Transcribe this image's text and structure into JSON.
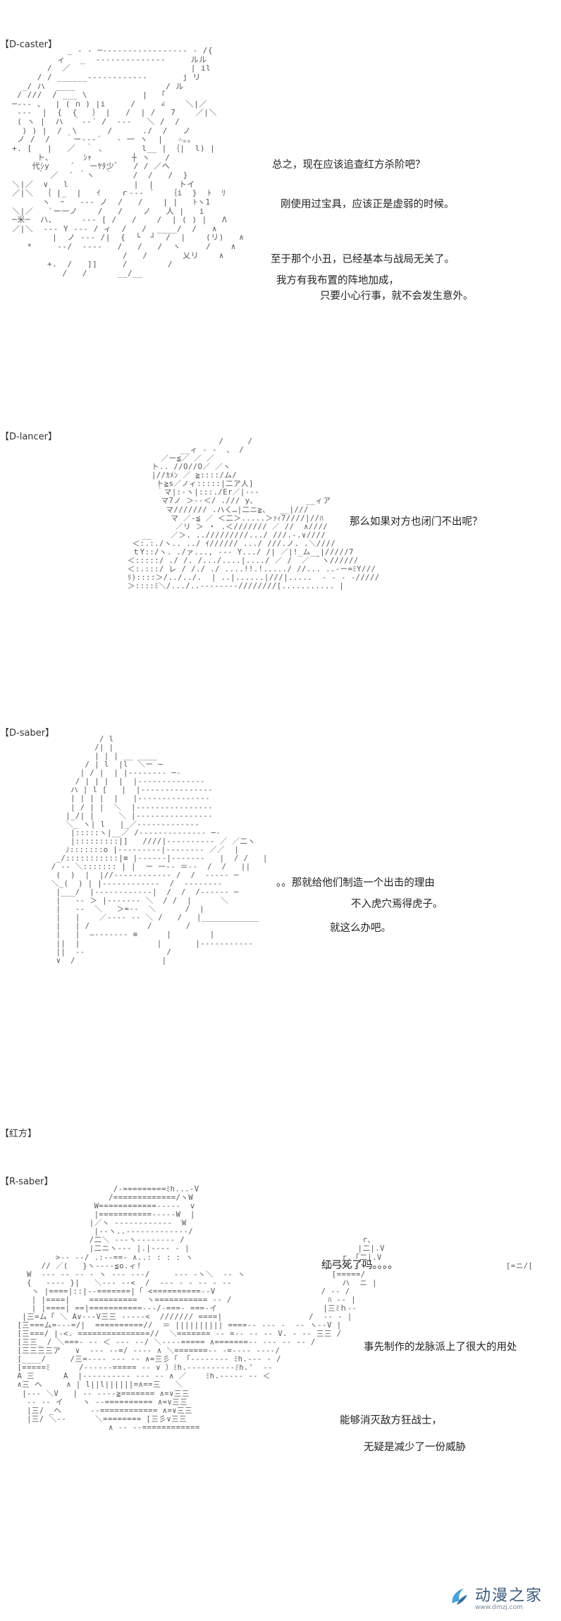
{
  "sections": {
    "dcaster": {
      "label": "【D-caster】",
      "lines": [
        "总之，现在应该追查红方杀阶吧？",
        "刚使用过宝具，应该正是虚弱的时候。",
        "至于那个小丑，已经基本与战局无关了。",
        "我方有我布置的阵地加成，",
        "只要小心行事，就不会发生意外。"
      ]
    },
    "dlancer": {
      "label": "【D-lancer】",
      "lines": [
        "那么如果对方也闭门不出呢？"
      ]
    },
    "dsaber": {
      "label": "【D-saber】",
      "lines": [
        "。。那就给他们制造一个出击的理由",
        "不入虎穴焉得虎子。",
        "就这么办吧。"
      ]
    },
    "hongfang": {
      "label": "【红方】"
    },
    "rsaber": {
      "label": "【R-saber】",
      "lines": [
        "红弓死了吗。。。。",
        "事先制作的龙脉派上了很大的用处",
        "能够消灭敌方狂战士，",
        "无疑是减少了一份威胁"
      ]
    }
  },
  "watermark": {
    "name": "动漫之家",
    "url": "www.dmzj.com",
    "icon": "dmzj-logo-icon"
  }
}
